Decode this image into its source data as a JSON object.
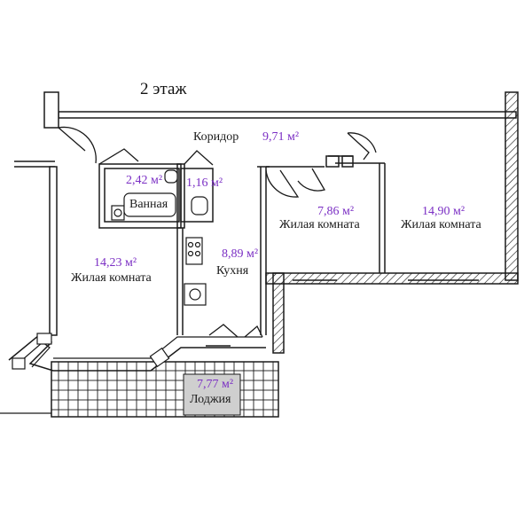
{
  "floor": {
    "label": "2 этаж"
  },
  "rooms": {
    "corridor": {
      "name": "Коридор",
      "area": "9,71 м²"
    },
    "bathroom": {
      "name": "Ванная",
      "area": "2,42 м²"
    },
    "wc": {
      "area": "1,16 м²"
    },
    "room_small": {
      "name": "Жилая комната",
      "area": "7,86 м²"
    },
    "room_right": {
      "name": "Жилая комната",
      "area": "14,90 м²"
    },
    "room_left": {
      "name": "Жилая комната",
      "area": "14,23 м²"
    },
    "kitchen": {
      "name": "Кухня",
      "area": "8,89 м²"
    },
    "loggia": {
      "name": "Лоджия",
      "area": "7,77 м²"
    }
  },
  "colors": {
    "area_text": "#7b2fc4",
    "wall": "#1a1a1a",
    "loggia_fill": "#cfcfcf"
  }
}
